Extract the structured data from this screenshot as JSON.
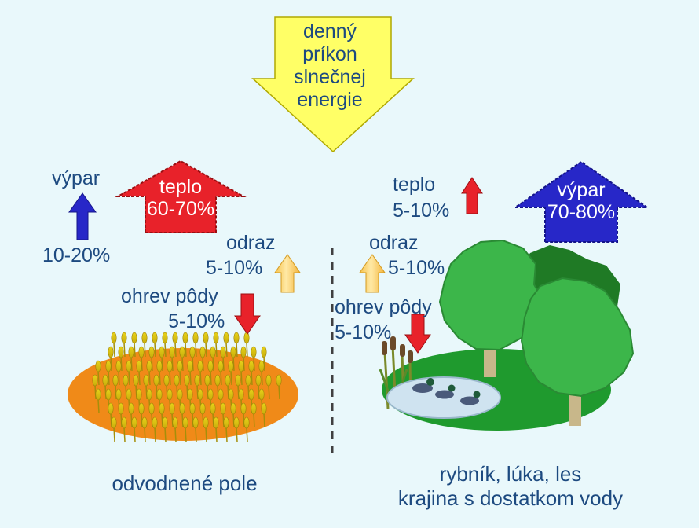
{
  "sun": {
    "lines": [
      "denný",
      "príkon",
      "slnečnej",
      "energie"
    ]
  },
  "left": {
    "evaporation": {
      "label": "výpar",
      "value": "10-20%"
    },
    "heat": {
      "label": "teplo",
      "value": "60-70%"
    },
    "reflection": {
      "label": "odraz",
      "value": "5-10%"
    },
    "soil_heating": {
      "label": "ohrev pôdy",
      "value": "5-10%"
    },
    "caption": "odvodnené pole"
  },
  "right": {
    "heat": {
      "label": "teplo",
      "value": "5-10%"
    },
    "evaporation": {
      "label": "výpar",
      "value": "70-80%"
    },
    "reflection": {
      "label": "odraz",
      "value": "5-10%"
    },
    "soil_heating": {
      "label": "ohrev pôdy",
      "value": "5-10%"
    },
    "caption_line1": "rybník, lúka, les",
    "caption_line2": "krajina s dostatkom vody"
  },
  "colors": {
    "background": "#e9f8fb",
    "text": "#1d4a80",
    "sun_arrow": "#ffff66",
    "heat_arrow": "#e8222a",
    "evaporation_arrow": "#2727c8",
    "reflection_arrow": "#f5c040",
    "field": "#f08a18",
    "meadow": "#1f9a2e",
    "pond": "#cfe3f0",
    "tree_light": "#3cb64a",
    "tree_dark": "#1f7a25"
  }
}
